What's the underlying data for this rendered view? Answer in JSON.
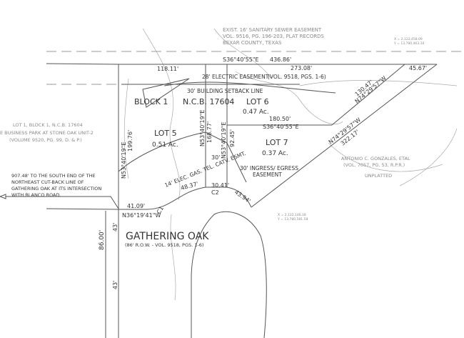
{
  "sanitary_easement_note": [
    "EXIST. 16' SANITARY SEWER EASEMENT",
    "VOL. 9516, PG. 196-203, PLAT RECORDS",
    "BEXAR COUNTY, TEXAS"
  ],
  "coord_ne": [
    "X = 2,122,458.09",
    "Y = 13,780,463.10"
  ],
  "coord_se": [
    "X = 2,122,146.18",
    "Y = 13,780,581.58"
  ],
  "bearings": {
    "top_bearing": "S36°40'55\"E",
    "top_distance": "436.86'",
    "top_segment": "273.08'",
    "top_short": "118.11'",
    "ne_segment": "45.67'",
    "diag_1_distance": "130.47'",
    "diag_1_bearing": "N74°29'57\"W",
    "lot6_bottom_distance": "180.50'",
    "lot6_bottom_bearing": "S36°40'55\"E",
    "diag_2_bearing": "N74°29'57\"W",
    "diag_2_distance": "322.17'",
    "west_bearing": "N53°40'19\"E",
    "west_distance": "199.76'",
    "lot5_east_bearing": "N53°40'19\"E",
    "lot5_east_distance": "168.77'",
    "lot7_west_bearing": "N53°40'19\"E",
    "lot7_west_distance": "92.45'",
    "width_30": "30'",
    "arc_41": "41.09'",
    "arc_48": "48.37'",
    "arc_30": "30.41'",
    "arc_43": "43.94'",
    "south_bearing": "N36°19'41\"W",
    "curve_c1": "C1",
    "curve_c2": "C2"
  },
  "easements": {
    "electric": "28' ELECTRIC EASEMENT",
    "electric_ref": "(VOL. 9518, PGS. 1-6)",
    "setback": "30' BUILDING SETBACK LINE",
    "utility": "14' ELEC. GAS. TEL. CATV. ESMT.",
    "ingress": [
      "30' INGRESS/ EGRESS",
      "EASEMENT"
    ]
  },
  "block": {
    "label": "BLOCK 1",
    "ncb": "N.C.B. 17604"
  },
  "lots": [
    {
      "name": "LOT 5",
      "area": "0.51 Ac."
    },
    {
      "name": "LOT 6",
      "area": "0.47 Ac."
    },
    {
      "name": "LOT 7",
      "area": "0.37 Ac."
    }
  ],
  "adjacent_west": [
    "LOT 1, BLOCK 1, N.C.B. 17604",
    "E BUSINESS PARK AT STONE OAK UNIT-2",
    "(VOLUME 9520, PG. 99, D. & P.)"
  ],
  "adjacent_east": [
    "ANTONIO C. GONZALES, ETAL",
    "(VOL. 7057, PG. 53, R.P.R.)",
    "UNPLATTED"
  ],
  "tie_note": [
    "907.48' TO THE SOUTH END OF THE",
    "NORTHEAST CUT-BACK LINE OF",
    "GATHERING OAK AT ITS INTERSECTION",
    "WITH BLANCO ROAD."
  ],
  "street": {
    "name": "GATHERING OAK",
    "row": "(86' R.O.W. - VOL. 9518, PGS. 1-6)",
    "width": "86.00'",
    "half_1": "43'",
    "half_2": "43'"
  }
}
